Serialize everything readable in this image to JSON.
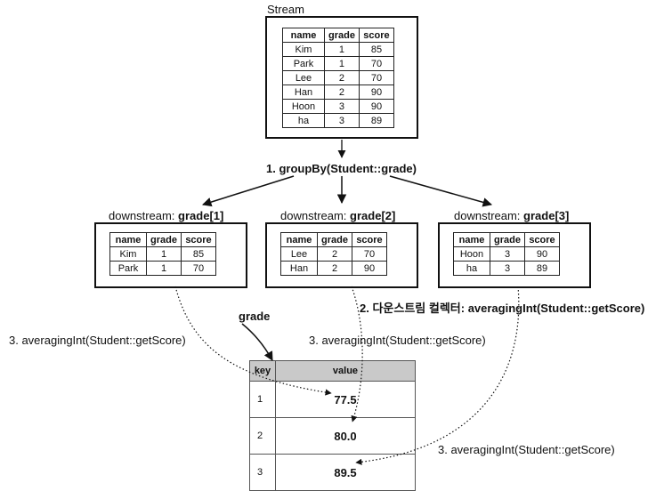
{
  "stream": {
    "title": "Stream",
    "headers": [
      "name",
      "grade",
      "score"
    ],
    "rows": [
      [
        "Kim",
        "1",
        "85"
      ],
      [
        "Park",
        "1",
        "70"
      ],
      [
        "Lee",
        "2",
        "70"
      ],
      [
        "Han",
        "2",
        "90"
      ],
      [
        "Hoon",
        "3",
        "90"
      ],
      [
        "ha",
        "3",
        "89"
      ]
    ]
  },
  "steps": {
    "group_by": "1. groupBy(Student::grade)",
    "collector_prefix": "2. 다운스트림 컬렉터: ",
    "collector_call": "averagingInt(Student::getScore)",
    "averaging": "3. averagingInt(Student::getScore)"
  },
  "downstreams": [
    {
      "prefix": "downstream: ",
      "key": "grade[1]",
      "headers": [
        "name",
        "grade",
        "score"
      ],
      "rows": [
        [
          "Kim",
          "1",
          "85"
        ],
        [
          "Park",
          "1",
          "70"
        ]
      ]
    },
    {
      "prefix": "downstream: ",
      "key": "grade[2]",
      "headers": [
        "name",
        "grade",
        "score"
      ],
      "rows": [
        [
          "Lee",
          "2",
          "70"
        ],
        [
          "Han",
          "2",
          "90"
        ]
      ]
    },
    {
      "prefix": "downstream: ",
      "key": "grade[3]",
      "headers": [
        "name",
        "grade",
        "score"
      ],
      "rows": [
        [
          "Hoon",
          "3",
          "90"
        ],
        [
          "ha",
          "3",
          "89"
        ]
      ]
    }
  ],
  "result": {
    "pointer_label": "grade",
    "headers": [
      "key",
      "value"
    ],
    "rows": [
      {
        "key": "1",
        "value": "77.5"
      },
      {
        "key": "2",
        "value": "80.0"
      },
      {
        "key": "3",
        "value": "89.5"
      }
    ]
  }
}
